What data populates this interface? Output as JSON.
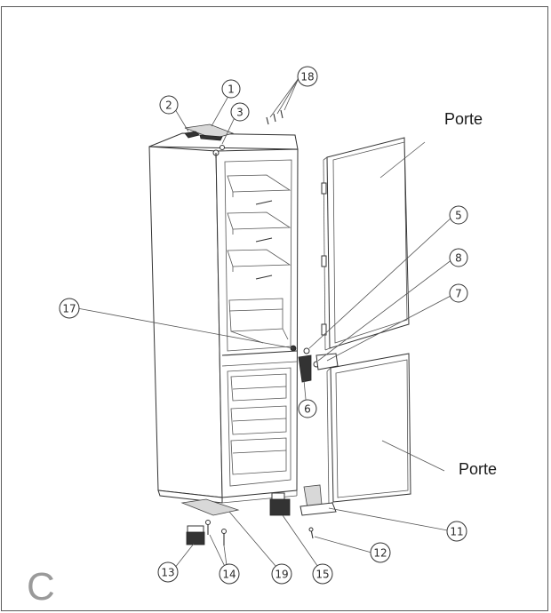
{
  "labels": {
    "door_upper": "Porte",
    "door_lower": "Porte",
    "corner_mark": "C"
  },
  "callouts": [
    {
      "id": "c1",
      "text": "1"
    },
    {
      "id": "c2",
      "text": "2"
    },
    {
      "id": "c3",
      "text": "3"
    },
    {
      "id": "c5",
      "text": "5"
    },
    {
      "id": "c6",
      "text": "6"
    },
    {
      "id": "c7",
      "text": "7"
    },
    {
      "id": "c8",
      "text": "8"
    },
    {
      "id": "c11",
      "text": "11"
    },
    {
      "id": "c12",
      "text": "12"
    },
    {
      "id": "c13",
      "text": "13"
    },
    {
      "id": "c14",
      "text": "14"
    },
    {
      "id": "c15",
      "text": "15"
    },
    {
      "id": "c17",
      "text": "17"
    },
    {
      "id": "c18",
      "text": "18"
    },
    {
      "id": "c19",
      "text": "19"
    }
  ]
}
